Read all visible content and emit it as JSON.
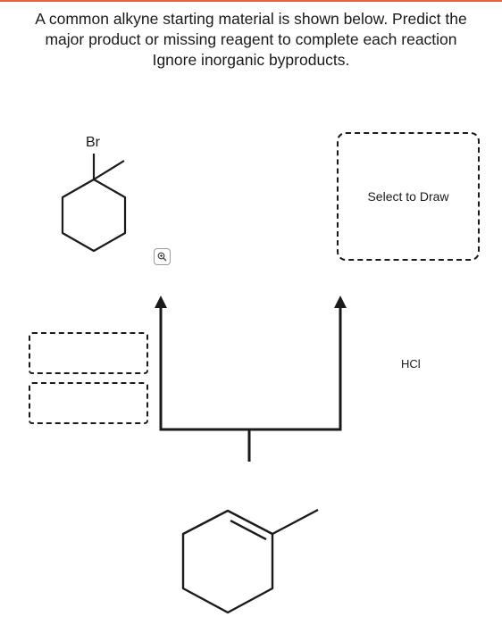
{
  "question": {
    "line1": "A common alkyne starting material is shown below. Predict the",
    "line2": "major product or missing reagent to complete each reaction",
    "line3": "Ignore inorganic byproducts."
  },
  "draw_box": {
    "label": "Select to Draw"
  },
  "reagents": {
    "right_branch": "HCl"
  },
  "molecules": {
    "top_left_atom": "Br"
  },
  "icons": {
    "zoom": "zoom-in-icon"
  },
  "colors": {
    "accent": "#e8603c",
    "ink": "#1a1a1a"
  }
}
